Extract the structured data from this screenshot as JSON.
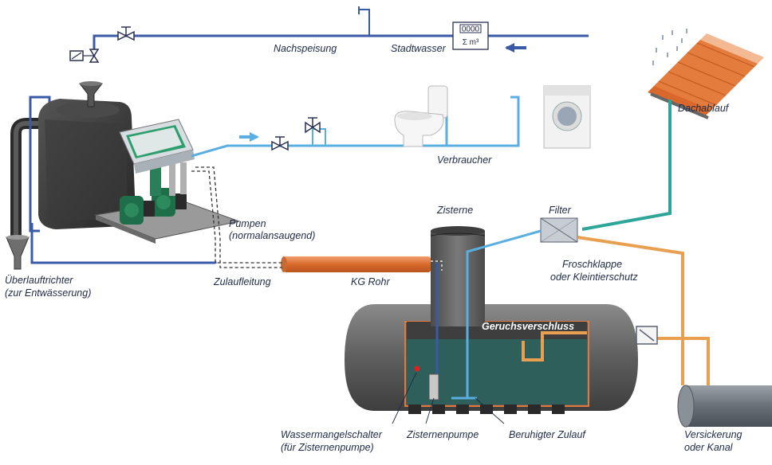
{
  "labels": {
    "nachspeisung": "Nachspeisung",
    "stadtwasser": "Stadtwasser",
    "verbraucher": "Verbraucher",
    "dachablauf": "Dachablauf",
    "zisterne": "Zisterne",
    "filter": "Filter",
    "pumpen_1": "Pumpen",
    "pumpen_2": "(normalansaugend)",
    "froschklappe_1": "Froschklappe",
    "froschklappe_2": "oder Kleintierschutz",
    "zulaufleitung": "Zulaufleitung",
    "kg_rohr": "KG Rohr",
    "ueberlauftrichter_1": "Überlauftrichter",
    "ueberlauftrichter_2": "(zur Entwässerung)",
    "geruchsverschluss": "Geruchsverschluss",
    "wassermangelschalter_1": "Wassermangelschalter",
    "wassermangelschalter_2": "(für Zisternenpumpe)",
    "zisternenpumpe": "Zisternenpumpe",
    "beruhigter_zulauf": "Beruhigter Zulauf",
    "versickerung_1": "Versickerung",
    "versickerung_2": "oder Kanal"
  },
  "meter": {
    "counter": "0000",
    "unit": "Σ m³"
  },
  "colors": {
    "mains_pipe": "#3a5aa8",
    "consumer_pipe": "#5aaee0",
    "roof_pipe": "#2fa59a",
    "overflow_pipe": "#e8a050",
    "kg_pipe": "#e07a3c",
    "tank": "#6b6b6b",
    "water": "#2f5f5a",
    "label": "#1f2a44"
  }
}
